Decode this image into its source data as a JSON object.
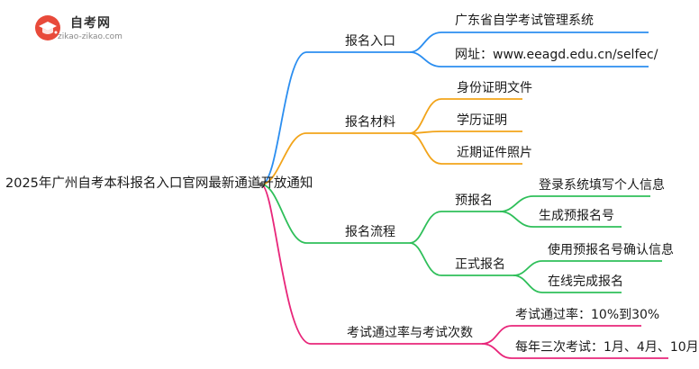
{
  "logo": {
    "title": "自考网",
    "subtitle": "zikao-zikao.com"
  },
  "root": "2025年广州自考本科报名入口官网最新通道开放通知",
  "branches": [
    {
      "label": "报名入口",
      "color": "#2b8ef0",
      "children": [
        {
          "label": "广东省自学考试管理系统"
        },
        {
          "label": "网址：www.eeagd.edu.cn/selfec/"
        }
      ]
    },
    {
      "label": "报名材料",
      "color": "#f2a41a",
      "children": [
        {
          "label": "身份证明文件"
        },
        {
          "label": "学历证明"
        },
        {
          "label": "近期证件照片"
        }
      ]
    },
    {
      "label": "报名流程",
      "color": "#2fbf5a",
      "children": [
        {
          "label": "预报名",
          "children": [
            {
              "label": "登录系统填写个人信息"
            },
            {
              "label": "生成预报名号"
            }
          ]
        },
        {
          "label": "正式报名",
          "children": [
            {
              "label": "使用预报名号确认信息"
            },
            {
              "label": "在线完成报名"
            }
          ]
        }
      ]
    },
    {
      "label": "考试通过率与考试次数",
      "color": "#e8267a",
      "children": [
        {
          "label": "考试通过率：10%到30%"
        },
        {
          "label": "每年三次考试：1月、4月、10月"
        }
      ]
    }
  ]
}
